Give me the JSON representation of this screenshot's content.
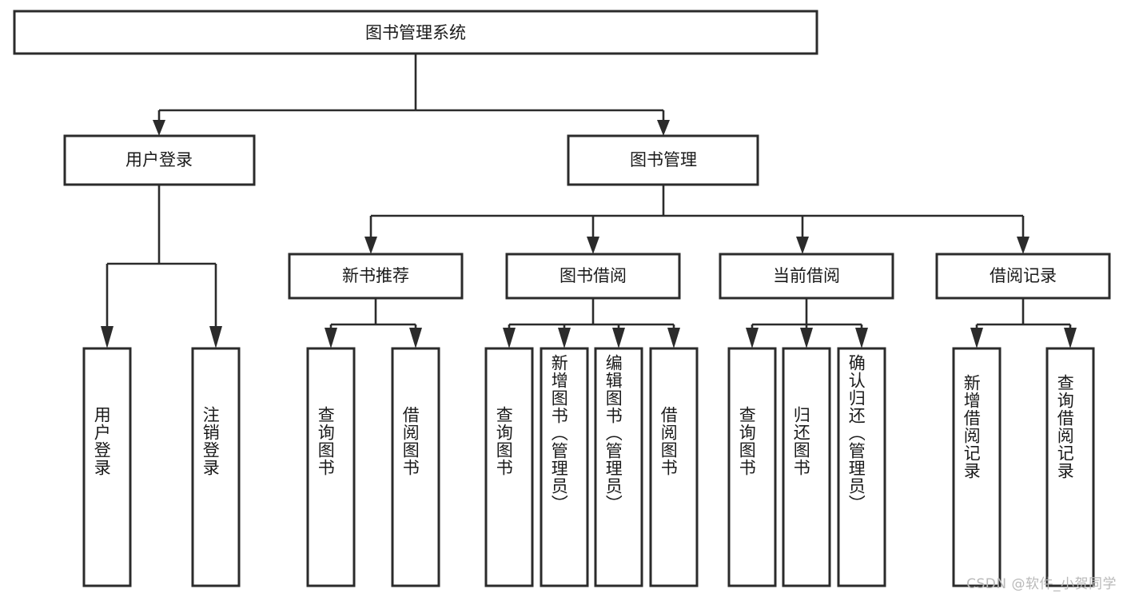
{
  "diagram": {
    "type": "tree-hierarchy-chart",
    "title": "图书管理系统",
    "orientation": "top-down",
    "colors": {
      "box_stroke": "#2b2b2b",
      "box_fill": "#ffffff",
      "connector": "#2b2b2b",
      "text": "#1a1a1a",
      "background": "#ffffff",
      "watermark": "#b9b9b9"
    },
    "root": {
      "label": "图书管理系统"
    },
    "level2": [
      {
        "label": "用户登录"
      },
      {
        "label": "图书管理"
      }
    ],
    "level3": [
      {
        "label": "新书推荐"
      },
      {
        "label": "图书借阅"
      },
      {
        "label": "当前借阅"
      },
      {
        "label": "借阅记录"
      }
    ],
    "leaves": [
      {
        "label": "用户登录",
        "parent": "用户登录"
      },
      {
        "label": "注销登录",
        "parent": "用户登录"
      },
      {
        "label": "查询图书",
        "parent": "新书推荐"
      },
      {
        "label": "借阅图书",
        "parent": "新书推荐"
      },
      {
        "label": "查询图书",
        "parent": "图书借阅"
      },
      {
        "label": "新增图书（管理员）",
        "parent": "图书借阅"
      },
      {
        "label": "编辑图书（管理员）",
        "parent": "图书借阅"
      },
      {
        "label": "借阅图书",
        "parent": "图书借阅"
      },
      {
        "label": "查询图书",
        "parent": "当前借阅"
      },
      {
        "label": "归还图书",
        "parent": "当前借阅"
      },
      {
        "label": "确认归还（管理员）",
        "parent": "当前借阅"
      },
      {
        "label": "新增借阅记录",
        "parent": "借阅记录"
      },
      {
        "label": "查询借阅记录",
        "parent": "借阅记录"
      }
    ]
  },
  "watermark": {
    "text": "CSDN @软件_小贺同学"
  }
}
